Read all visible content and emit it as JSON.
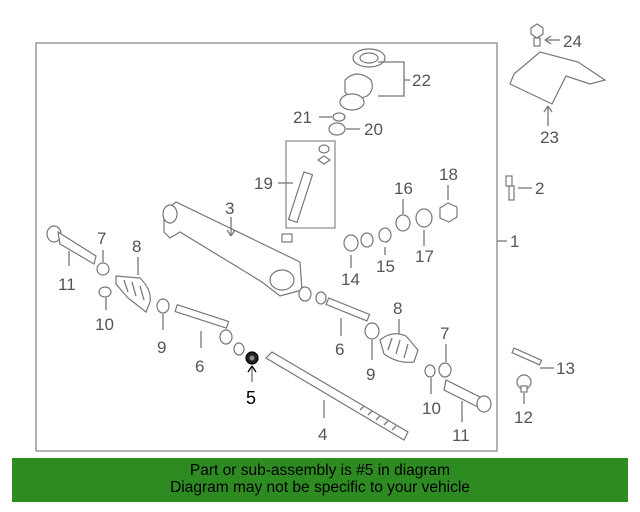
{
  "callouts": {
    "c1": "1",
    "c2": "2",
    "c3": "3",
    "c4": "4",
    "c5": "5",
    "c6a": "6",
    "c6b": "6",
    "c7a": "7",
    "c7b": "7",
    "c8a": "8",
    "c8b": "8",
    "c9a": "9",
    "c9b": "9",
    "c10a": "10",
    "c10b": "10",
    "c11a": "11",
    "c11b": "11",
    "c12": "12",
    "c13": "13",
    "c14": "14",
    "c15": "15",
    "c16": "16",
    "c17": "17",
    "c18": "18",
    "c19": "19",
    "c20": "20",
    "c21": "21",
    "c22": "22",
    "c23": "23",
    "c24": "24"
  },
  "highlighted_part": "5",
  "banner": {
    "line1": "Part or sub-assembly is #5 in diagram",
    "line2": "Diagram may not be specific to your vehicle",
    "color": "#2e8b22"
  }
}
